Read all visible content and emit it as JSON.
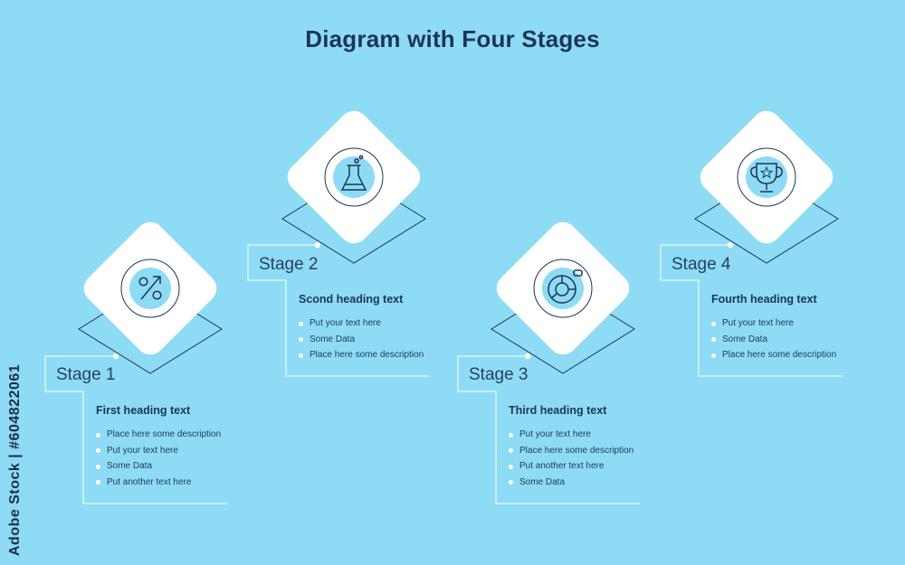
{
  "title": "Diagram with Four Stages",
  "watermark": "Adobe Stock | #604822061",
  "colors": {
    "background": "#8ddbf4",
    "card": "#ffffff",
    "icon_fill": "#8ddbf4",
    "line": "#ffffff",
    "ink": "#1d3557"
  },
  "stages": [
    {
      "label": "Stage 1",
      "heading": "First heading text",
      "icon": "percent-icon",
      "bullets": [
        "Place here some description",
        "Put your text here",
        "Some Data",
        "Put another text here"
      ]
    },
    {
      "label": "Stage 2",
      "heading": "Scond heading text",
      "icon": "flask-icon",
      "bullets": [
        "Put your text here",
        "Some Data",
        "Place here some description"
      ]
    },
    {
      "label": "Stage 3",
      "heading": "Third heading text",
      "icon": "donut-chart-icon",
      "bullets": [
        "Put your text here",
        "Place here some description",
        "Put another text here",
        "Some Data"
      ]
    },
    {
      "label": "Stage 4",
      "heading": "Fourth heading text",
      "icon": "trophy-icon",
      "bullets": [
        "Put your text here",
        "Some Data",
        "Place here some description"
      ]
    }
  ]
}
